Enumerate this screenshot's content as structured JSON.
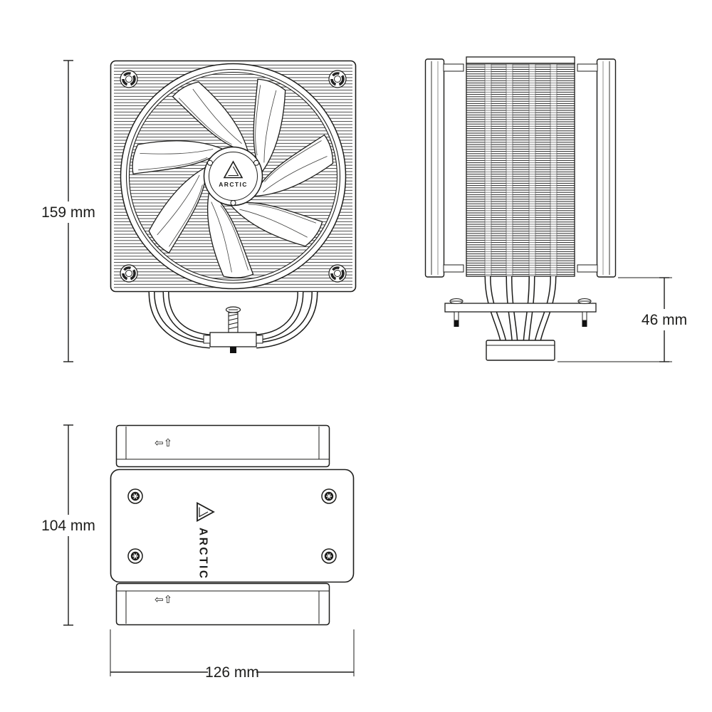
{
  "brand": {
    "name": "ARCTIC"
  },
  "dimensions": {
    "front_height": "159 mm",
    "clearance_height": "46 mm",
    "top_depth": "104 mm",
    "top_width": "126 mm"
  },
  "icons": {
    "airflow_arrows": "⇦⇧"
  },
  "colors": {
    "line": "#1d1d1b",
    "background": "#ffffff"
  }
}
